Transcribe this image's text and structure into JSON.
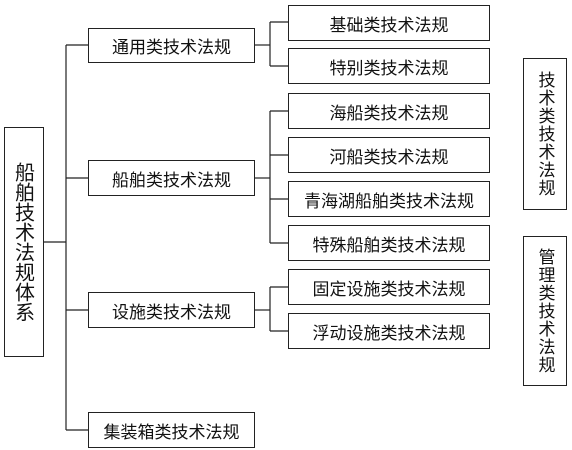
{
  "root": "船舶技术法规体系",
  "branches": [
    {
      "label": "通用类技术法规",
      "children": [
        "基础类技术法规",
        "特别类技术法规"
      ]
    },
    {
      "label": "船舶类技术法规",
      "children": [
        "海船类技术法规",
        "河船类技术法规",
        "青海湖船舶类技术法规",
        "特殊船舶类技术法规"
      ]
    },
    {
      "label": "设施类技术法规",
      "children": [
        "固定设施类技术法规",
        "浮动设施类技术法规"
      ]
    },
    {
      "label": "集装箱类技术法规",
      "children": []
    }
  ],
  "categories": [
    "技术类技术法规",
    "管理类技术法规"
  ]
}
